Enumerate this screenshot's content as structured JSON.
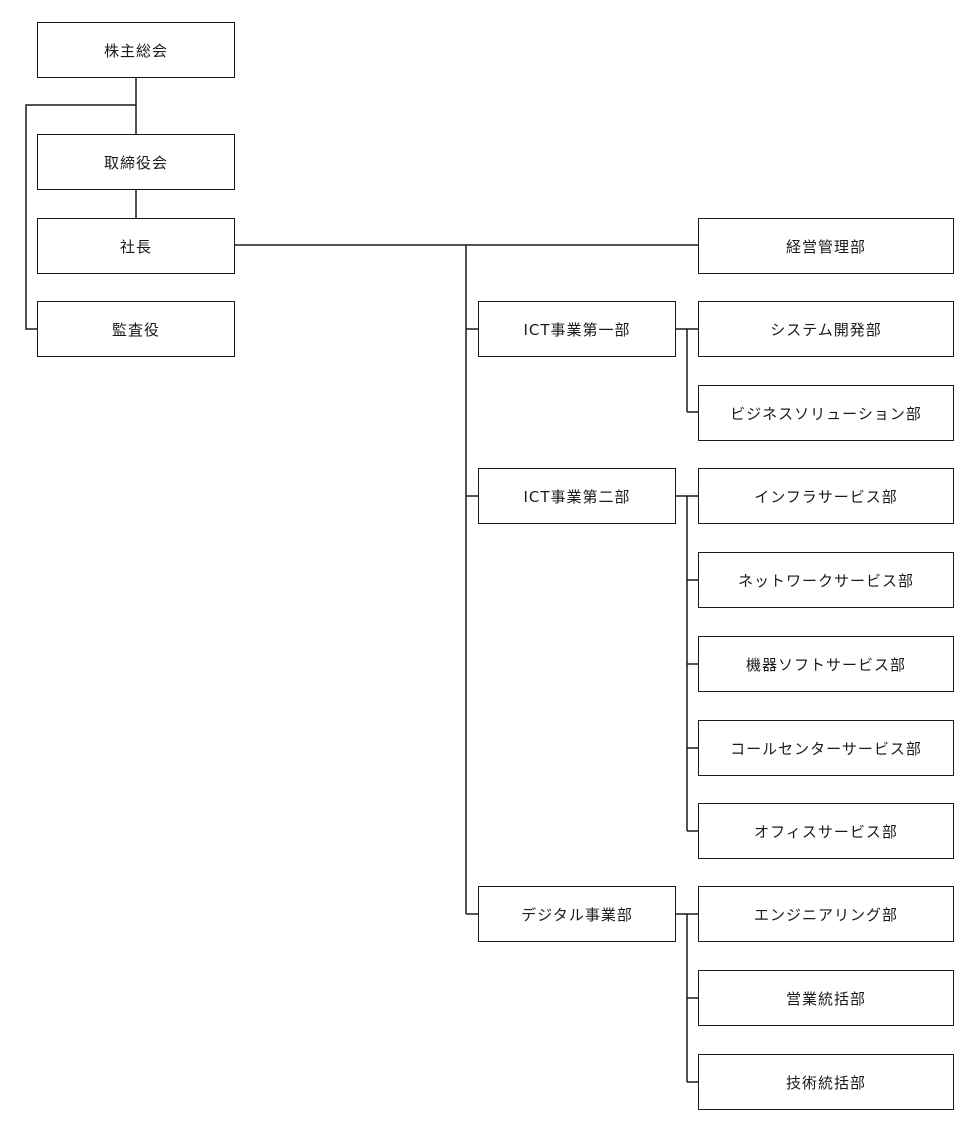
{
  "org_chart": {
    "shareholders_meeting": "株主総会",
    "board_of_directors": "取締役会",
    "president": "社長",
    "auditor": "監査役",
    "management_dept": "経営管理部",
    "ict_division_1": {
      "label": "ICT事業第一部",
      "departments": [
        "システム開発部",
        "ビジネスソリューション部"
      ]
    },
    "ict_division_2": {
      "label": "ICT事業第二部",
      "departments": [
        "インフラサービス部",
        "ネットワークサービス部",
        "機器ソフトサービス部",
        "コールセンターサービス部",
        "オフィスサービス部"
      ]
    },
    "digital_division": {
      "label": "デジタル事業部",
      "departments": [
        "エンジニアリング部",
        "営業統括部",
        "技術統括部"
      ]
    }
  }
}
